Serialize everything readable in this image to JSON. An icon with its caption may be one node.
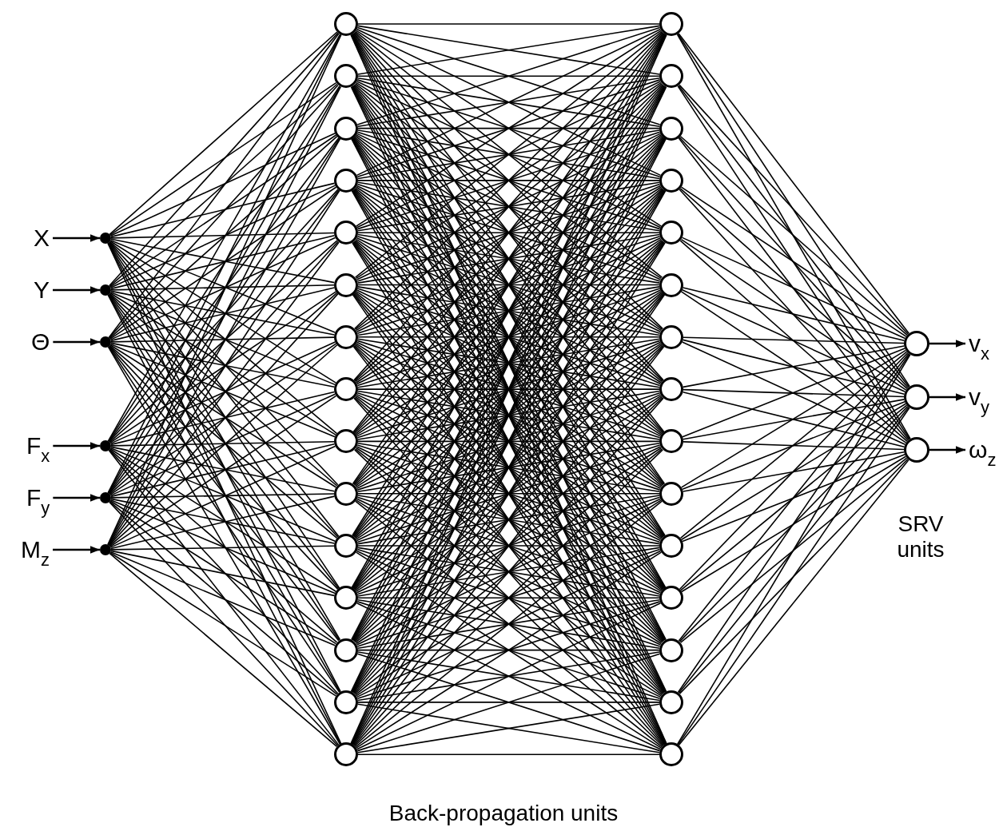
{
  "diagram": {
    "nodes": [
      {
        "text": [
          "X"
        ]
      },
      {
        "text": [
          "Y"
        ]
      },
      {
        "text": [
          "Θ"
        ]
      },
      {
        "text": [
          "F$_{x}$"
        ]
      },
      {
        "text": [
          "F$_{y}$"
        ]
      },
      {
        "text": [
          "M$_{z}$"
        ]
      },
      {
        "text": [],
        "shape": "circle"
      },
      {
        "text": [],
        "shape": "circle"
      },
      {
        "text": [],
        "shape": "circle"
      },
      {
        "text": [],
        "shape": "circle"
      },
      {
        "text": [],
        "shape": "circle"
      },
      {
        "text": [],
        "shape": "circle"
      },
      {
        "text": [],
        "shape": "circle"
      },
      {
        "text": [],
        "shape": "circle"
      },
      {
        "text": [],
        "shape": "circle"
      },
      {
        "text": [],
        "shape": "circle"
      },
      {
        "text": [],
        "shape": "circle"
      },
      {
        "text": [],
        "shape": "circle"
      },
      {
        "text": [],
        "shape": "circle"
      },
      {
        "text": [],
        "shape": "circle"
      },
      {
        "text": [],
        "shape": "circle"
      },
      {
        "text": [],
        "shape": "circle"
      },
      {
        "text": [],
        "shape": "circle"
      },
      {
        "text": [],
        "shape": "circle"
      },
      {
        "text": [],
        "shape": "circle"
      },
      {
        "text": [],
        "shape": "circle"
      },
      {
        "text": [],
        "shape": "circle"
      },
      {
        "text": [],
        "shape": "circle"
      },
      {
        "text": [],
        "shape": "circle"
      },
      {
        "text": [],
        "shape": "circle"
      },
      {
        "text": [],
        "shape": "circle"
      },
      {
        "text": [],
        "shape": "circle"
      },
      {
        "text": [],
        "shape": "circle"
      },
      {
        "text": [],
        "shape": "circle"
      },
      {
        "text": [],
        "shape": "circle"
      },
      {
        "text": [],
        "shape": "circle"
      },
      {
        "text": [],
        "shape": "circle"
      },
      {
        "text": [],
        "shape": "circle"
      },
      {
        "text": [],
        "shape": "circle"
      },
      {
        "text": [],
        "shape": "circle"
      },
      {
        "text": [],
        "shape": "circle"
      },
      {
        "text": [],
        "shape": "circle"
      },
      {
        "text": [],
        "shape": "circle"
      },
      {
        "text": [],
        "shape": "circle"
      },
      {
        "text": [],
        "shape": "circle"
      },
      {
        "text": [
          "v$_{x}$"
        ]
      },
      {
        "text": [
          "v$_{y}$"
        ]
      },
      {
        "text": [
          "ω$_{z}$"
        ]
      }
    ],
    "edges": [
      {
        "from": 0,
        "to": 6,
        "arrow": "to"
      },
      {
        "from": 1,
        "to": 7,
        "arrow": "to"
      },
      {
        "from": 2,
        "to": 8,
        "arrow": "to"
      },
      {
        "from": 3,
        "to": 9,
        "arrow": "to"
      },
      {
        "from": 4,
        "to": 10,
        "arrow": "to"
      },
      {
        "from": 5,
        "to": 11,
        "arrow": "to"
      },
      {
        "from": 6,
        "to": 12,
        "arrow": "none"
      },
      {
        "from": 6,
        "to": 13,
        "arrow": "none"
      },
      {
        "from": 6,
        "to": 14,
        "arrow": "none"
      },
      {
        "from": 6,
        "to": 15,
        "arrow": "none"
      },
      {
        "from": 6,
        "to": 16,
        "arrow": "none"
      },
      {
        "from": 6,
        "to": 17,
        "arrow": "none"
      },
      {
        "from": 6,
        "to": 18,
        "arrow": "none"
      },
      {
        "from": 6,
        "to": 19,
        "arrow": "none"
      },
      {
        "from": 6,
        "to": 20,
        "arrow": "none"
      },
      {
        "from": 6,
        "to": 21,
        "arrow": "none"
      },
      {
        "from": 6,
        "to": 22,
        "arrow": "none"
      },
      {
        "from": 6,
        "to": 23,
        "arrow": "none"
      },
      {
        "from": 6,
        "to": 24,
        "arrow": "none"
      },
      {
        "from": 6,
        "to": 25,
        "arrow": "none"
      },
      {
        "from": 6,
        "to": 26,
        "arrow": "none"
      },
      {
        "from": 7,
        "to": 12,
        "arrow": "none"
      },
      {
        "from": 7,
        "to": 13,
        "arrow": "none"
      },
      {
        "from": 7,
        "to": 14,
        "arrow": "none"
      },
      {
        "from": 7,
        "to": 15,
        "arrow": "none"
      },
      {
        "from": 7,
        "to": 16,
        "arrow": "none"
      },
      {
        "from": 7,
        "to": 17,
        "arrow": "none"
      },
      {
        "from": 7,
        "to": 18,
        "arrow": "none"
      },
      {
        "from": 7,
        "to": 19,
        "arrow": "none"
      },
      {
        "from": 7,
        "to": 20,
        "arrow": "none"
      },
      {
        "from": 7,
        "to": 21,
        "arrow": "none"
      },
      {
        "from": 7,
        "to": 22,
        "arrow": "none"
      },
      {
        "from": 7,
        "to": 23,
        "arrow": "none"
      },
      {
        "from": 7,
        "to": 24,
        "arrow": "none"
      },
      {
        "from": 7,
        "to": 25,
        "arrow": "none"
      },
      {
        "from": 7,
        "to": 26,
        "arrow": "none"
      },
      {
        "from": 8,
        "to": 12,
        "arrow": "none"
      },
      {
        "from": 8,
        "to": 13,
        "arrow": "none"
      },
      {
        "from": 8,
        "to": 14,
        "arrow": "none"
      },
      {
        "from": 8,
        "to": 15,
        "arrow": "none"
      },
      {
        "from": 8,
        "to": 16,
        "arrow": "none"
      },
      {
        "from": 8,
        "to": 17,
        "arrow": "none"
      },
      {
        "from": 8,
        "to": 18,
        "arrow": "none"
      },
      {
        "from": 8,
        "to": 19,
        "arrow": "none"
      },
      {
        "from": 8,
        "to": 20,
        "arrow": "none"
      },
      {
        "from": 8,
        "to": 21,
        "arrow": "none"
      },
      {
        "from": 8,
        "to": 22,
        "arrow": "none"
      },
      {
        "from": 8,
        "to": 23,
        "arrow": "none"
      },
      {
        "from": 8,
        "to": 24,
        "arrow": "none"
      },
      {
        "from": 8,
        "to": 25,
        "arrow": "none"
      },
      {
        "from": 8,
        "to": 26,
        "arrow": "none"
      },
      {
        "from": 9,
        "to": 12,
        "arrow": "none"
      },
      {
        "from": 9,
        "to": 13,
        "arrow": "none"
      },
      {
        "from": 9,
        "to": 14,
        "arrow": "none"
      },
      {
        "from": 9,
        "to": 15,
        "arrow": "none"
      },
      {
        "from": 9,
        "to": 16,
        "arrow": "none"
      },
      {
        "from": 9,
        "to": 17,
        "arrow": "none"
      },
      {
        "from": 9,
        "to": 18,
        "arrow": "none"
      },
      {
        "from": 9,
        "to": 19,
        "arrow": "none"
      },
      {
        "from": 9,
        "to": 20,
        "arrow": "none"
      },
      {
        "from": 9,
        "to": 21,
        "arrow": "none"
      },
      {
        "from": 9,
        "to": 22,
        "arrow": "none"
      },
      {
        "from": 9,
        "to": 23,
        "arrow": "none"
      },
      {
        "from": 9,
        "to": 24,
        "arrow": "none"
      },
      {
        "from": 9,
        "to": 25,
        "arrow": "none"
      },
      {
        "from": 9,
        "to": 26,
        "arrow": "none"
      },
      {
        "from": 10,
        "to": 12,
        "arrow": "none"
      },
      {
        "from": 10,
        "to": 13,
        "arrow": "none"
      },
      {
        "from": 10,
        "to": 14,
        "arrow": "none"
      },
      {
        "from": 10,
        "to": 15,
        "arrow": "none"
      },
      {
        "from": 10,
        "to": 16,
        "arrow": "none"
      },
      {
        "from": 10,
        "to": 17,
        "arrow": "none"
      },
      {
        "from": 10,
        "to": 18,
        "arrow": "none"
      },
      {
        "from": 10,
        "to": 19,
        "arrow": "none"
      },
      {
        "from": 10,
        "to": 20,
        "arrow": "none"
      },
      {
        "from": 10,
        "to": 21,
        "arrow": "none"
      },
      {
        "from": 10,
        "to": 22,
        "arrow": "none"
      },
      {
        "from": 10,
        "to": 23,
        "arrow": "none"
      },
      {
        "from": 10,
        "to": 24,
        "arrow": "none"
      },
      {
        "from": 10,
        "to": 25,
        "arrow": "none"
      },
      {
        "from": 10,
        "to": 26,
        "arrow": "none"
      },
      {
        "from": 11,
        "to": 12,
        "arrow": "none"
      },
      {
        "from": 11,
        "to": 13,
        "arrow": "none"
      },
      {
        "from": 11,
        "to": 14,
        "arrow": "none"
      },
      {
        "from": 11,
        "to": 15,
        "arrow": "none"
      },
      {
        "from": 11,
        "to": 16,
        "arrow": "none"
      },
      {
        "from": 11,
        "to": 17,
        "arrow": "none"
      },
      {
        "from": 11,
        "to": 18,
        "arrow": "none"
      },
      {
        "from": 11,
        "to": 19,
        "arrow": "none"
      },
      {
        "from": 11,
        "to": 20,
        "arrow": "none"
      },
      {
        "from": 11,
        "to": 21,
        "arrow": "none"
      },
      {
        "from": 11,
        "to": 22,
        "arrow": "none"
      },
      {
        "from": 11,
        "to": 23,
        "arrow": "none"
      },
      {
        "from": 11,
        "to": 24,
        "arrow": "none"
      },
      {
        "from": 11,
        "to": 25,
        "arrow": "none"
      },
      {
        "from": 11,
        "to": 26,
        "arrow": "none"
      },
      {
        "from": 12,
        "to": 27,
        "arrow": "none"
      },
      {
        "from": 12,
        "to": 28,
        "arrow": "none"
      },
      {
        "from": 12,
        "to": 29,
        "arrow": "none"
      },
      {
        "from": 12,
        "to": 30,
        "arrow": "none"
      },
      {
        "from": 12,
        "to": 31,
        "arrow": "none"
      },
      {
        "from": 12,
        "to": 32,
        "arrow": "none"
      },
      {
        "from": 12,
        "to": 33,
        "arrow": "none"
      },
      {
        "from": 12,
        "to": 34,
        "arrow": "none"
      },
      {
        "from": 12,
        "to": 35,
        "arrow": "none"
      },
      {
        "from": 12,
        "to": 36,
        "arrow": "none"
      },
      {
        "from": 12,
        "to": 37,
        "arrow": "none"
      },
      {
        "from": 12,
        "to": 38,
        "arrow": "none"
      },
      {
        "from": 12,
        "to": 39,
        "arrow": "none"
      },
      {
        "from": 12,
        "to": 40,
        "arrow": "none"
      },
      {
        "from": 12,
        "to": 41,
        "arrow": "none"
      },
      {
        "from": 13,
        "to": 27,
        "arrow": "none"
      },
      {
        "from": 13,
        "to": 28,
        "arrow": "none"
      },
      {
        "from": 13,
        "to": 29,
        "arrow": "none"
      },
      {
        "from": 13,
        "to": 30,
        "arrow": "none"
      },
      {
        "from": 13,
        "to": 31,
        "arrow": "none"
      },
      {
        "from": 13,
        "to": 32,
        "arrow": "none"
      },
      {
        "from": 13,
        "to": 33,
        "arrow": "none"
      },
      {
        "from": 13,
        "to": 34,
        "arrow": "none"
      },
      {
        "from": 13,
        "to": 35,
        "arrow": "none"
      },
      {
        "from": 13,
        "to": 36,
        "arrow": "none"
      },
      {
        "from": 13,
        "to": 37,
        "arrow": "none"
      },
      {
        "from": 13,
        "to": 38,
        "arrow": "none"
      },
      {
        "from": 13,
        "to": 39,
        "arrow": "none"
      },
      {
        "from": 13,
        "to": 40,
        "arrow": "none"
      },
      {
        "from": 13,
        "to": 41,
        "arrow": "none"
      },
      {
        "from": 14,
        "to": 27,
        "arrow": "none"
      },
      {
        "from": 14,
        "to": 28,
        "arrow": "none"
      },
      {
        "from": 14,
        "to": 29,
        "arrow": "none"
      },
      {
        "from": 14,
        "to": 30,
        "arrow": "none"
      },
      {
        "from": 14,
        "to": 31,
        "arrow": "none"
      },
      {
        "from": 14,
        "to": 32,
        "arrow": "none"
      },
      {
        "from": 14,
        "to": 33,
        "arrow": "none"
      },
      {
        "from": 14,
        "to": 34,
        "arrow": "none"
      },
      {
        "from": 14,
        "to": 35,
        "arrow": "none"
      },
      {
        "from": 14,
        "to": 36,
        "arrow": "none"
      },
      {
        "from": 14,
        "to": 37,
        "arrow": "none"
      },
      {
        "from": 14,
        "to": 38,
        "arrow": "none"
      },
      {
        "from": 14,
        "to": 39,
        "arrow": "none"
      },
      {
        "from": 14,
        "to": 40,
        "arrow": "none"
      },
      {
        "from": 14,
        "to": 41,
        "arrow": "none"
      },
      {
        "from": 15,
        "to": 27,
        "arrow": "none"
      },
      {
        "from": 15,
        "to": 28,
        "arrow": "none"
      },
      {
        "from": 15,
        "to": 29,
        "arrow": "none"
      },
      {
        "from": 15,
        "to": 30,
        "arrow": "none"
      },
      {
        "from": 15,
        "to": 31,
        "arrow": "none"
      },
      {
        "from": 15,
        "to": 32,
        "arrow": "none"
      },
      {
        "from": 15,
        "to": 33,
        "arrow": "none"
      },
      {
        "from": 15,
        "to": 34,
        "arrow": "none"
      },
      {
        "from": 15,
        "to": 35,
        "arrow": "none"
      },
      {
        "from": 15,
        "to": 36,
        "arrow": "none"
      },
      {
        "from": 15,
        "to": 37,
        "arrow": "none"
      },
      {
        "from": 15,
        "to": 38,
        "arrow": "none"
      },
      {
        "from": 15,
        "to": 39,
        "arrow": "none"
      },
      {
        "from": 15,
        "to": 40,
        "arrow": "none"
      },
      {
        "from": 15,
        "to": 41,
        "arrow": "none"
      },
      {
        "from": 16,
        "to": 27,
        "arrow": "none"
      },
      {
        "from": 16,
        "to": 28,
        "arrow": "none"
      },
      {
        "from": 16,
        "to": 29,
        "arrow": "none"
      },
      {
        "from": 16,
        "to": 30,
        "arrow": "none"
      },
      {
        "from": 16,
        "to": 31,
        "arrow": "none"
      },
      {
        "from": 16,
        "to": 32,
        "arrow": "none"
      },
      {
        "from": 16,
        "to": 33,
        "arrow": "none"
      },
      {
        "from": 16,
        "to": 34,
        "arrow": "none"
      },
      {
        "from": 16,
        "to": 35,
        "arrow": "none"
      },
      {
        "from": 16,
        "to": 36,
        "arrow": "none"
      },
      {
        "from": 16,
        "to": 37,
        "arrow": "none"
      },
      {
        "from": 16,
        "to": 38,
        "arrow": "none"
      },
      {
        "from": 16,
        "to": 39,
        "arrow": "none"
      },
      {
        "from": 16,
        "to": 40,
        "arrow": "none"
      },
      {
        "from": 16,
        "to": 41,
        "arrow": "none"
      },
      {
        "from": 17,
        "to": 27,
        "arrow": "none"
      },
      {
        "from": 17,
        "to": 28,
        "arrow": "none"
      },
      {
        "from": 17,
        "to": 29,
        "arrow": "none"
      },
      {
        "from": 17,
        "to": 30,
        "arrow": "none"
      },
      {
        "from": 17,
        "to": 31,
        "arrow": "none"
      },
      {
        "from": 17,
        "to": 32,
        "arrow": "none"
      },
      {
        "from": 17,
        "to": 33,
        "arrow": "none"
      },
      {
        "from": 17,
        "to": 34,
        "arrow": "none"
      },
      {
        "from": 17,
        "to": 35,
        "arrow": "none"
      },
      {
        "from": 17,
        "to": 36,
        "arrow": "none"
      },
      {
        "from": 17,
        "to": 37,
        "arrow": "none"
      },
      {
        "from": 17,
        "to": 38,
        "arrow": "none"
      },
      {
        "from": 17,
        "to": 39,
        "arrow": "none"
      },
      {
        "from": 17,
        "to": 40,
        "arrow": "none"
      },
      {
        "from": 17,
        "to": 41,
        "arrow": "none"
      },
      {
        "from": 18,
        "to": 27,
        "arrow": "none"
      },
      {
        "from": 18,
        "to": 28,
        "arrow": "none"
      },
      {
        "from": 18,
        "to": 29,
        "arrow": "none"
      },
      {
        "from": 18,
        "to": 30,
        "arrow": "none"
      },
      {
        "from": 18,
        "to": 31,
        "arrow": "none"
      },
      {
        "from": 18,
        "to": 32,
        "arrow": "none"
      },
      {
        "from": 18,
        "to": 33,
        "arrow": "none"
      },
      {
        "from": 18,
        "to": 34,
        "arrow": "none"
      },
      {
        "from": 18,
        "to": 35,
        "arrow": "none"
      },
      {
        "from": 18,
        "to": 36,
        "arrow": "none"
      },
      {
        "from": 18,
        "to": 37,
        "arrow": "none"
      },
      {
        "from": 18,
        "to": 38,
        "arrow": "none"
      },
      {
        "from": 18,
        "to": 39,
        "arrow": "none"
      },
      {
        "from": 18,
        "to": 40,
        "arrow": "none"
      },
      {
        "from": 18,
        "to": 41,
        "arrow": "none"
      },
      {
        "from": 19,
        "to": 27,
        "arrow": "none"
      },
      {
        "from": 19,
        "to": 28,
        "arrow": "none"
      },
      {
        "from": 19,
        "to": 29,
        "arrow": "none"
      },
      {
        "from": 19,
        "to": 30,
        "arrow": "none"
      },
      {
        "from": 19,
        "to": 31,
        "arrow": "none"
      },
      {
        "from": 19,
        "to": 32,
        "arrow": "none"
      },
      {
        "from": 19,
        "to": 33,
        "arrow": "none"
      },
      {
        "from": 19,
        "to": 34,
        "arrow": "none"
      },
      {
        "from": 19,
        "to": 35,
        "arrow": "none"
      },
      {
        "from": 19,
        "to": 36,
        "arrow": "none"
      },
      {
        "from": 19,
        "to": 37,
        "arrow": "none"
      },
      {
        "from": 19,
        "to": 38,
        "arrow": "none"
      },
      {
        "from": 19,
        "to": 39,
        "arrow": "none"
      },
      {
        "from": 19,
        "to": 40,
        "arrow": "none"
      },
      {
        "from": 19,
        "to": 41,
        "arrow": "none"
      },
      {
        "from": 20,
        "to": 27,
        "arrow": "none"
      },
      {
        "from": 20,
        "to": 28,
        "arrow": "none"
      },
      {
        "from": 20,
        "to": 29,
        "arrow": "none"
      },
      {
        "from": 20,
        "to": 30,
        "arrow": "none"
      },
      {
        "from": 20,
        "to": 31,
        "arrow": "none"
      },
      {
        "from": 20,
        "to": 32,
        "arrow": "none"
      },
      {
        "from": 20,
        "to": 33,
        "arrow": "none"
      },
      {
        "from": 20,
        "to": 34,
        "arrow": "none"
      },
      {
        "from": 20,
        "to": 35,
        "arrow": "none"
      },
      {
        "from": 20,
        "to": 36,
        "arrow": "none"
      },
      {
        "from": 20,
        "to": 37,
        "arrow": "none"
      },
      {
        "from": 20,
        "to": 38,
        "arrow": "none"
      },
      {
        "from": 20,
        "to": 39,
        "arrow": "none"
      },
      {
        "from": 20,
        "to": 40,
        "arrow": "none"
      },
      {
        "from": 20,
        "to": 41,
        "arrow": "none"
      },
      {
        "from": 21,
        "to": 27,
        "arrow": "none"
      },
      {
        "from": 21,
        "to": 28,
        "arrow": "none"
      },
      {
        "from": 21,
        "to": 29,
        "arrow": "none"
      },
      {
        "from": 21,
        "to": 30,
        "arrow": "none"
      },
      {
        "from": 21,
        "to": 31,
        "arrow": "none"
      },
      {
        "from": 21,
        "to": 32,
        "arrow": "none"
      },
      {
        "from": 21,
        "to": 33,
        "arrow": "none"
      },
      {
        "from": 21,
        "to": 34,
        "arrow": "none"
      },
      {
        "from": 21,
        "to": 35,
        "arrow": "none"
      },
      {
        "from": 21,
        "to": 36,
        "arrow": "none"
      },
      {
        "from": 21,
        "to": 37,
        "arrow": "none"
      },
      {
        "from": 21,
        "to": 38,
        "arrow": "none"
      },
      {
        "from": 21,
        "to": 39,
        "arrow": "none"
      },
      {
        "from": 21,
        "to": 40,
        "arrow": "none"
      },
      {
        "from": 21,
        "to": 41,
        "arrow": "none"
      },
      {
        "from": 22,
        "to": 27,
        "arrow": "none"
      },
      {
        "from": 22,
        "to": 28,
        "arrow": "none"
      },
      {
        "from": 22,
        "to": 29,
        "arrow": "none"
      },
      {
        "from": 22,
        "to": 30,
        "arrow": "none"
      },
      {
        "from": 22,
        "to": 31,
        "arrow": "none"
      },
      {
        "from": 22,
        "to": 32,
        "arrow": "none"
      },
      {
        "from": 22,
        "to": 33,
        "arrow": "none"
      },
      {
        "from": 22,
        "to": 34,
        "arrow": "none"
      },
      {
        "from": 22,
        "to": 35,
        "arrow": "none"
      },
      {
        "from": 22,
        "to": 36,
        "arrow": "none"
      },
      {
        "from": 22,
        "to": 37,
        "arrow": "none"
      },
      {
        "from": 22,
        "to": 38,
        "arrow": "none"
      },
      {
        "from": 22,
        "to": 39,
        "arrow": "none"
      },
      {
        "from": 22,
        "to": 40,
        "arrow": "none"
      },
      {
        "from": 22,
        "to": 41,
        "arrow": "none"
      },
      {
        "from": 23,
        "to": 27,
        "arrow": "none"
      },
      {
        "from": 23,
        "to": 28,
        "arrow": "none"
      },
      {
        "from": 23,
        "to": 29,
        "arrow": "none"
      },
      {
        "from": 23,
        "to": 30,
        "arrow": "none"
      },
      {
        "from": 23,
        "to": 31,
        "arrow": "none"
      },
      {
        "from": 23,
        "to": 32,
        "arrow": "none"
      },
      {
        "from": 23,
        "to": 33,
        "arrow": "none"
      },
      {
        "from": 23,
        "to": 34,
        "arrow": "none"
      },
      {
        "from": 23,
        "to": 35,
        "arrow": "none"
      },
      {
        "from": 23,
        "to": 36,
        "arrow": "none"
      },
      {
        "from": 23,
        "to": 37,
        "arrow": "none"
      },
      {
        "from": 23,
        "to": 38,
        "arrow": "none"
      },
      {
        "from": 23,
        "to": 39,
        "arrow": "none"
      },
      {
        "from": 23,
        "to": 40,
        "arrow": "none"
      },
      {
        "from": 23,
        "to": 41,
        "arrow": "none"
      },
      {
        "from": 24,
        "to": 27,
        "arrow": "none"
      },
      {
        "from": 24,
        "to": 28,
        "arrow": "none"
      },
      {
        "from": 24,
        "to": 29,
        "arrow": "none"
      },
      {
        "from": 24,
        "to": 30,
        "arrow": "none"
      },
      {
        "from": 24,
        "to": 31,
        "arrow": "none"
      },
      {
        "from": 24,
        "to": 32,
        "arrow": "none"
      },
      {
        "from": 24,
        "to": 33,
        "arrow": "none"
      },
      {
        "from": 24,
        "to": 34,
        "arrow": "none"
      },
      {
        "from": 24,
        "to": 35,
        "arrow": "none"
      },
      {
        "from": 24,
        "to": 36,
        "arrow": "none"
      },
      {
        "from": 24,
        "to": 37,
        "arrow": "none"
      },
      {
        "from": 24,
        "to": 38,
        "arrow": "none"
      },
      {
        "from": 24,
        "to": 39,
        "arrow": "none"
      },
      {
        "from": 24,
        "to": 40,
        "arrow": "none"
      },
      {
        "from": 24,
        "to": 41,
        "arrow": "none"
      },
      {
        "from": 25,
        "to": 27,
        "arrow": "none"
      },
      {
        "from": 25,
        "to": 28,
        "arrow": "none"
      },
      {
        "from": 25,
        "to": 29,
        "arrow": "none"
      },
      {
        "from": 25,
        "to": 30,
        "arrow": "none"
      },
      {
        "from": 25,
        "to": 31,
        "arrow": "none"
      },
      {
        "from": 25,
        "to": 32,
        "arrow": "none"
      },
      {
        "from": 25,
        "to": 33,
        "arrow": "none"
      },
      {
        "from": 25,
        "to": 34,
        "arrow": "none"
      },
      {
        "from": 25,
        "to": 35,
        "arrow": "none"
      },
      {
        "from": 25,
        "to": 36,
        "arrow": "none"
      },
      {
        "from": 25,
        "to": 37,
        "arrow": "none"
      },
      {
        "from": 25,
        "to": 38,
        "arrow": "none"
      },
      {
        "from": 25,
        "to": 39,
        "arrow": "none"
      },
      {
        "from": 25,
        "to": 40,
        "arrow": "none"
      },
      {
        "from": 25,
        "to": 41,
        "arrow": "none"
      },
      {
        "from": 26,
        "to": 27,
        "arrow": "none"
      },
      {
        "from": 26,
        "to": 28,
        "arrow": "none"
      },
      {
        "from": 26,
        "to": 29,
        "arrow": "none"
      },
      {
        "from": 26,
        "to": 30,
        "arrow": "none"
      },
      {
        "from": 26,
        "to": 31,
        "arrow": "none"
      },
      {
        "from": 26,
        "to": 32,
        "arrow": "none"
      },
      {
        "from": 26,
        "to": 33,
        "arrow": "none"
      },
      {
        "from": 26,
        "to": 34,
        "arrow": "none"
      },
      {
        "from": 26,
        "to": 35,
        "arrow": "none"
      },
      {
        "from": 26,
        "to": 36,
        "arrow": "none"
      },
      {
        "from": 26,
        "to": 37,
        "arrow": "none"
      },
      {
        "from": 26,
        "to": 38,
        "arrow": "none"
      },
      {
        "from": 26,
        "to": 39,
        "arrow": "none"
      },
      {
        "from": 26,
        "to": 40,
        "arrow": "none"
      },
      {
        "from": 26,
        "to": 41,
        "arrow": "none"
      },
      {
        "from": 27,
        "to": 42,
        "arrow": "none"
      },
      {
        "from": 27,
        "to": 43,
        "arrow": "none"
      },
      {
        "from": 27,
        "to": 44,
        "arrow": "none"
      },
      {
        "from": 28,
        "to": 42,
        "arrow": "none"
      },
      {
        "from": 28,
        "to": 43,
        "arrow": "none"
      },
      {
        "from": 28,
        "to": 44,
        "arrow": "none"
      },
      {
        "from": 29,
        "to": 42,
        "arrow": "none"
      },
      {
        "from": 29,
        "to": 43,
        "arrow": "none"
      },
      {
        "from": 29,
        "to": 44,
        "arrow": "none"
      },
      {
        "from": 30,
        "to": 42,
        "arrow": "none"
      },
      {
        "from": 30,
        "to": 43,
        "arrow": "none"
      },
      {
        "from": 30,
        "to": 44,
        "arrow": "none"
      },
      {
        "from": 31,
        "to": 42,
        "arrow": "none"
      },
      {
        "from": 31,
        "to": 43,
        "arrow": "none"
      },
      {
        "from": 31,
        "to": 44,
        "arrow": "none"
      },
      {
        "from": 32,
        "to": 42,
        "arrow": "none"
      },
      {
        "from": 32,
        "to": 43,
        "arrow": "none"
      },
      {
        "from": 32,
        "to": 44,
        "arrow": "none"
      },
      {
        "from": 33,
        "to": 42,
        "arrow": "none"
      },
      {
        "from": 33,
        "to": 43,
        "arrow": "none"
      },
      {
        "from": 33,
        "to": 44,
        "arrow": "none"
      },
      {
        "from": 34,
        "to": 42,
        "arrow": "none"
      },
      {
        "from": 34,
        "to": 43,
        "arrow": "none"
      },
      {
        "from": 34,
        "to": 44,
        "arrow": "none"
      },
      {
        "from": 35,
        "to": 42,
        "arrow": "none"
      },
      {
        "from": 35,
        "to": 43,
        "arrow": "none"
      },
      {
        "from": 35,
        "to": 44,
        "arrow": "none"
      },
      {
        "from": 36,
        "to": 42,
        "arrow": "none"
      },
      {
        "from": 36,
        "to": 43,
        "arrow": "none"
      },
      {
        "from": 36,
        "to": 44,
        "arrow": "none"
      },
      {
        "from": 37,
        "to": 42,
        "arrow": "none"
      },
      {
        "from": 37,
        "to": 43,
        "arrow": "none"
      },
      {
        "from": 37,
        "to": 44,
        "arrow": "none"
      },
      {
        "from": 38,
        "to": 42,
        "arrow": "none"
      },
      {
        "from": 38,
        "to": 43,
        "arrow": "none"
      },
      {
        "from": 38,
        "to": 44,
        "arrow": "none"
      },
      {
        "from": 39,
        "to": 42,
        "arrow": "none"
      },
      {
        "from": 39,
        "to": 43,
        "arrow": "none"
      },
      {
        "from": 39,
        "to": 44,
        "arrow": "none"
      },
      {
        "from": 40,
        "to": 42,
        "arrow": "none"
      },
      {
        "from": 40,
        "to": 43,
        "arrow": "none"
      },
      {
        "from": 40,
        "to": 44,
        "arrow": "none"
      },
      {
        "from": 41,
        "to": 42,
        "arrow": "none"
      },
      {
        "from": 41,
        "to": 43,
        "arrow": "none"
      },
      {
        "from": 41,
        "to": 44,
        "arrow": "none"
      },
      {
        "from": 42,
        "to": 45,
        "arrow": "to"
      },
      {
        "from": 43,
        "to": 46,
        "arrow": "to"
      },
      {
        "from": 44,
        "to": 47,
        "arrow": "to"
      }
    ],
    "labels": [
      "SRV units",
      "Back-propagation units"
    ]
  }
}
